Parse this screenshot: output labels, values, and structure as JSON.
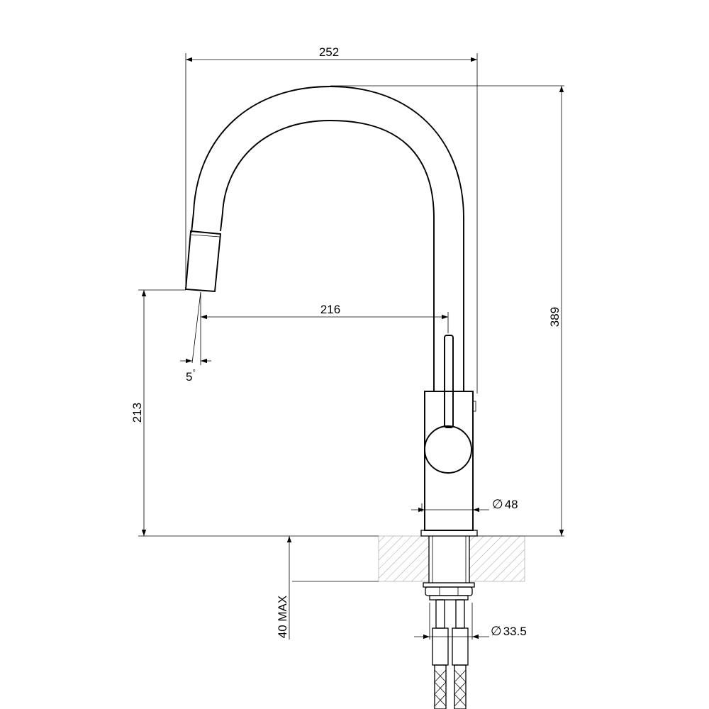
{
  "dimensions": {
    "overall_width": "252",
    "spout_reach": "216",
    "overall_height": "389",
    "spout_height": "213",
    "outlet_angle": "5",
    "body_diameter": "48",
    "hose_diameter": "33.5",
    "max_deck_thickness": "40 MAX"
  },
  "symbols": {
    "diameter": "∅",
    "degree": "°"
  }
}
